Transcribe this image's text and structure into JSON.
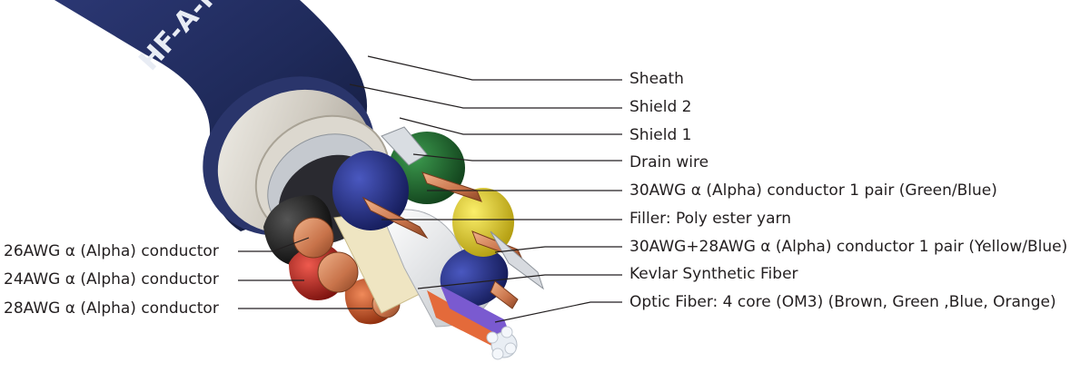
{
  "cable": {
    "print_text": "HF-A-NCF",
    "colors": {
      "sheath": "#1f2a5a",
      "shield": "#d9d6cf",
      "green": "#1f6b2e",
      "blue": "#26318c",
      "yellow": "#e8d21a",
      "black": "#1a1a1a",
      "red": "#c8231d",
      "orange": "#d2521f",
      "copper": "#c8734a",
      "purple": "#7a5ad0",
      "leader": "#231f20"
    }
  },
  "labels_right": [
    {
      "id": "sheath",
      "text": "Sheath"
    },
    {
      "id": "shield2",
      "text": "Shield 2"
    },
    {
      "id": "shield1",
      "text": "Shield 1"
    },
    {
      "id": "drain",
      "text": "Drain wire"
    },
    {
      "id": "pair-green-blue",
      "text": "30AWG α (Alpha) conductor 1 pair (Green/Blue)"
    },
    {
      "id": "filler",
      "text": "Filler: Poly ester yarn"
    },
    {
      "id": "pair-yellow-blue",
      "text": "30AWG+28AWG α (Alpha) conductor 1 pair (Yellow/Blue)"
    },
    {
      "id": "kevlar",
      "text": "Kevlar Synthetic Fiber"
    },
    {
      "id": "optic",
      "text": "Optic Fiber: 4 core (OM3) (Brown, Green ,Blue, Orange)"
    }
  ],
  "labels_left": [
    {
      "id": "awg26",
      "text": "26AWG α (Alpha) conductor"
    },
    {
      "id": "awg24",
      "text": "24AWG α (Alpha) conductor"
    },
    {
      "id": "awg28",
      "text": "28AWG α (Alpha) conductor"
    }
  ]
}
